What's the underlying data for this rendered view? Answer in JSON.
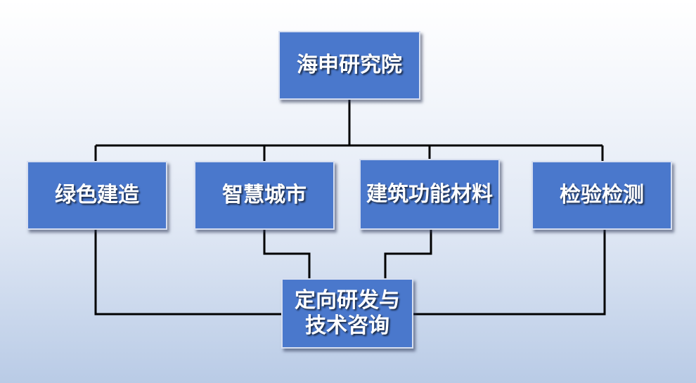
{
  "diagram": {
    "root": {
      "label": "海申研究院"
    },
    "branches": [
      {
        "label": "绿色建造"
      },
      {
        "label": "智慧城市"
      },
      {
        "label": "建筑功能材料"
      },
      {
        "label": "检验检测"
      }
    ],
    "bottom": {
      "label": "定向研发与技术咨询"
    }
  },
  "colors": {
    "box_fill": "#4a78cc",
    "line": "#000000"
  }
}
